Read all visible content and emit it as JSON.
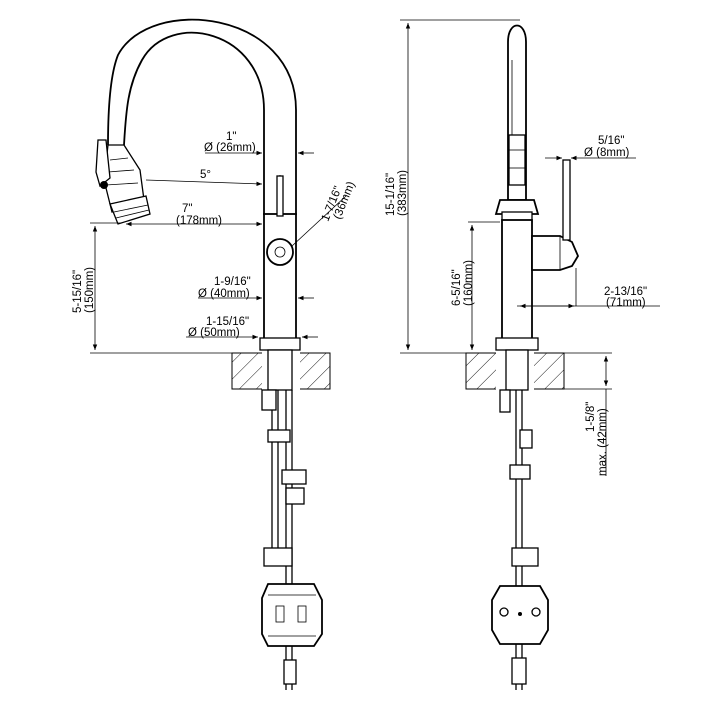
{
  "colors": {
    "line": "#000000",
    "background": "#ffffff"
  },
  "dims": {
    "hose_dia_in": "1\"",
    "hose_dia_mm": "Ø (26mm)",
    "spray_angle": "5°",
    "reach_in": "7\"",
    "reach_mm": "(178mm)",
    "handle_dia_in": "1-7/16\"",
    "handle_dia_mm": "(36mm)",
    "spout_height_in": "5-15/16\"",
    "spout_height_mm": "(150mm)",
    "body_dia_in": "1-9/16\"",
    "body_dia_mm": "Ø (40mm)",
    "base_dia_in": "1-15/16\"",
    "base_dia_mm": "Ø (50mm)",
    "total_height_in": "15-1/16\"",
    "total_height_mm": "(383mm)",
    "lever_dia_in": "5/16\"",
    "lever_dia_mm": "Ø (8mm)",
    "handle_height_in": "6-5/16\"",
    "handle_height_mm": "(160mm)",
    "handle_reach_in": "2-13/16\"",
    "handle_reach_mm": "(71mm)",
    "deck_thickness_in": "1-5/8\"",
    "deck_thickness_mm": "max. (42mm)"
  }
}
